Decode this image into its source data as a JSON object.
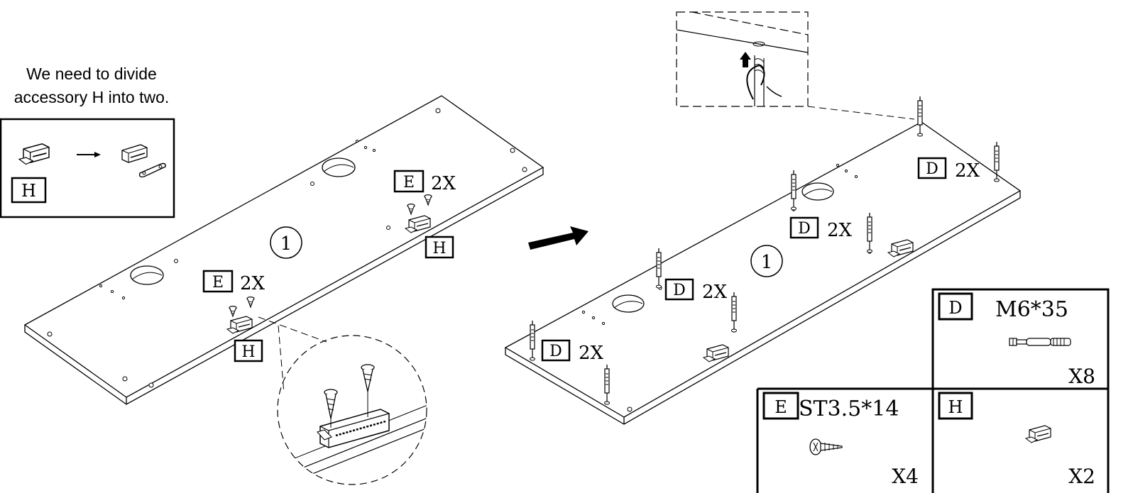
{
  "note": {
    "line1": "We need to divide",
    "line2": "accessory H into two."
  },
  "left_step": {
    "step_number": "1",
    "inset_part_label": "H",
    "callouts": [
      {
        "part": "E",
        "quantity": "2X"
      },
      {
        "part": "E",
        "quantity": "2X"
      }
    ],
    "part_labels": [
      "H",
      "H"
    ]
  },
  "right_step": {
    "step_number": "1",
    "callouts": [
      {
        "part": "D",
        "quantity": "2X"
      },
      {
        "part": "D",
        "quantity": "2X"
      },
      {
        "part": "D",
        "quantity": "2X"
      },
      {
        "part": "D",
        "quantity": "2X"
      }
    ]
  },
  "parts_table": [
    {
      "part": "D",
      "spec": "M6*35",
      "quantity": "X8"
    },
    {
      "part": "E",
      "spec": "ST3.5*14",
      "quantity": "X4"
    },
    {
      "part": "H",
      "spec": "",
      "quantity": "X2"
    }
  ]
}
